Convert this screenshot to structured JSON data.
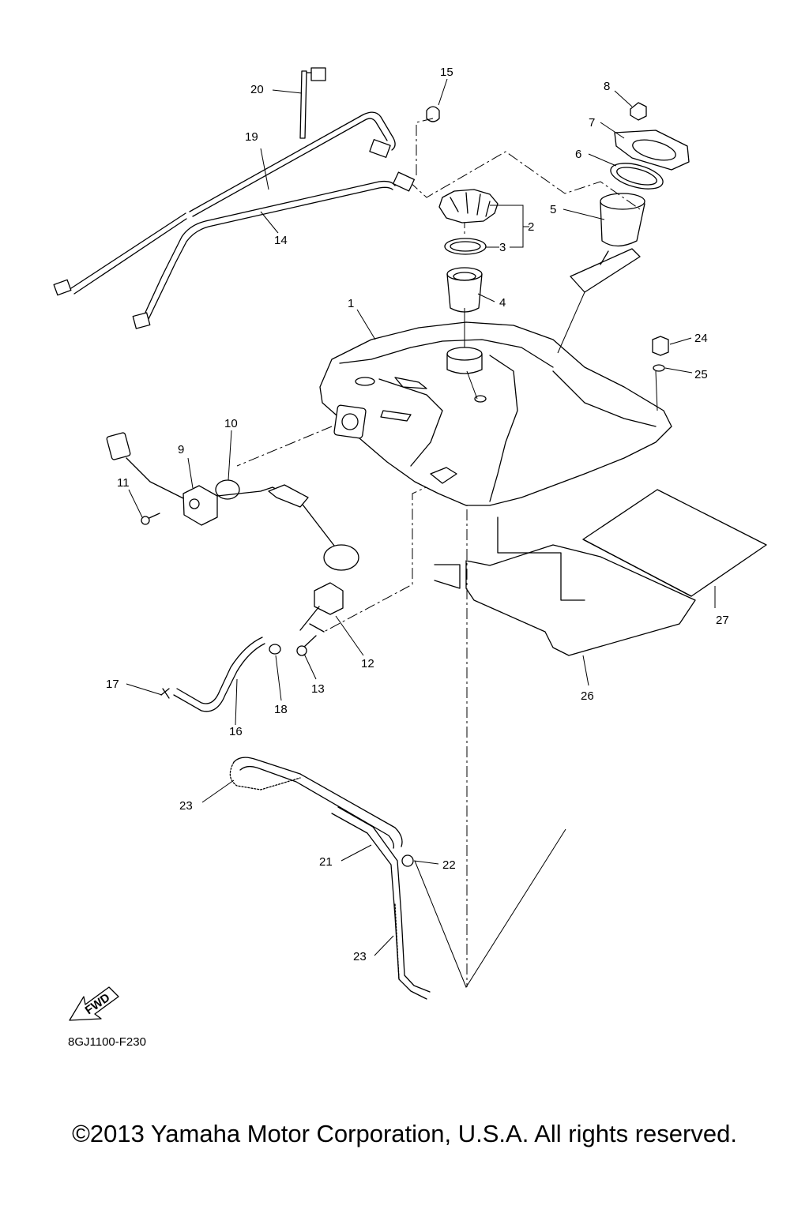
{
  "diagram": {
    "code": "8GJ1100-F230",
    "fwd_label": "FWD",
    "callouts": [
      "1",
      "2",
      "3",
      "4",
      "5",
      "6",
      "7",
      "8",
      "9",
      "10",
      "11",
      "12",
      "13",
      "14",
      "15",
      "16",
      "17",
      "18",
      "19",
      "20",
      "21",
      "22",
      "23",
      "24",
      "25",
      "26",
      "27"
    ],
    "callout_23_repeat": "23"
  },
  "copyright": "©2013 Yamaha Motor Corporation, U.S.A. All rights reserved."
}
